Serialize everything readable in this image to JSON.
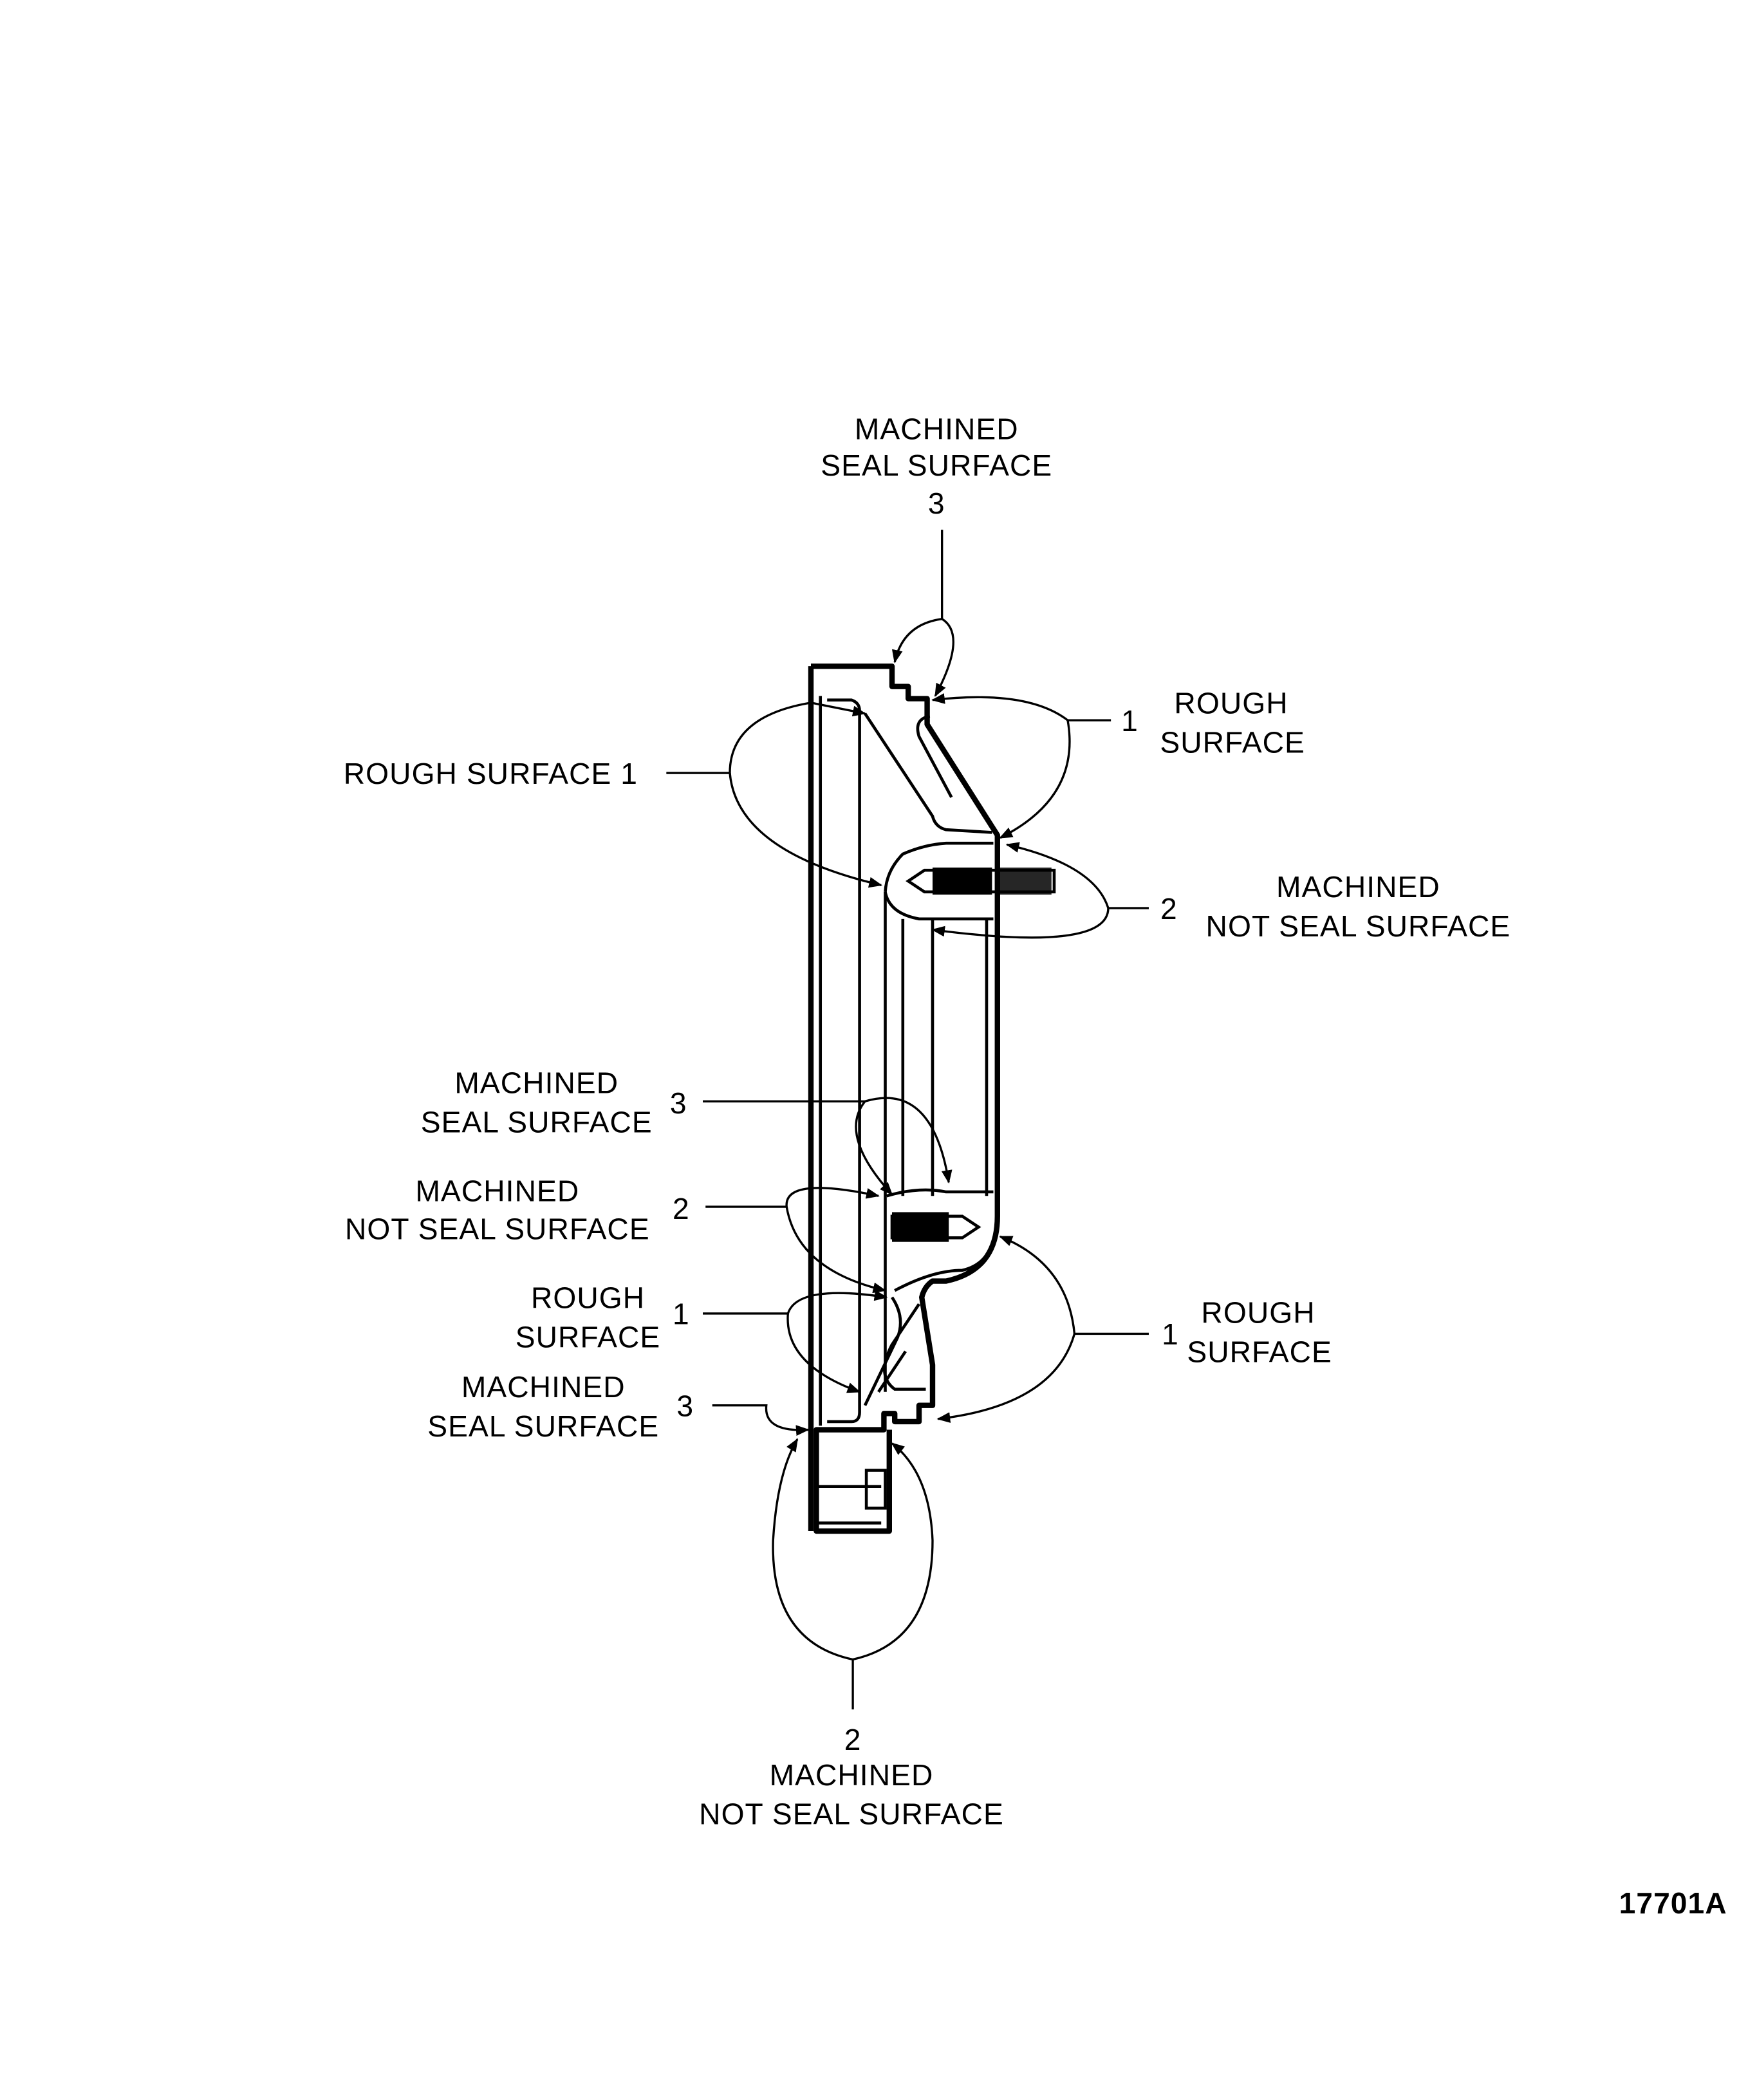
{
  "labels": {
    "top_seal": {
      "line1": "MACHINED",
      "line2": "SEAL SURFACE",
      "num": "3"
    },
    "rough_left_top": {
      "text": "ROUGH SURFACE 1"
    },
    "rough_right_top": {
      "num": "1",
      "line1": "ROUGH",
      "line2": "SURFACE"
    },
    "machined_right": {
      "num": "2",
      "line1": "MACHINED",
      "line2": "NOT SEAL SURFACE"
    },
    "seal_left_mid": {
      "line1": "MACHINED",
      "line2": "SEAL SURFACE",
      "num": "3"
    },
    "machined_left_mid": {
      "line1": "MACHINED",
      "line2": "NOT SEAL SURFACE",
      "num": "2"
    },
    "rough_left_low": {
      "line1": "ROUGH",
      "line2": "SURFACE",
      "num": "1"
    },
    "seal_left_low": {
      "line1": "MACHINED",
      "line2": "SEAL SURFACE",
      "num": "3"
    },
    "rough_right_low": {
      "num": "1",
      "line1": "ROUGH",
      "line2": "SURFACE"
    },
    "machined_bottom": {
      "num": "2",
      "line1": "MACHINED",
      "line2": "NOT SEAL SURFACE"
    }
  },
  "figure_id": "17701A"
}
